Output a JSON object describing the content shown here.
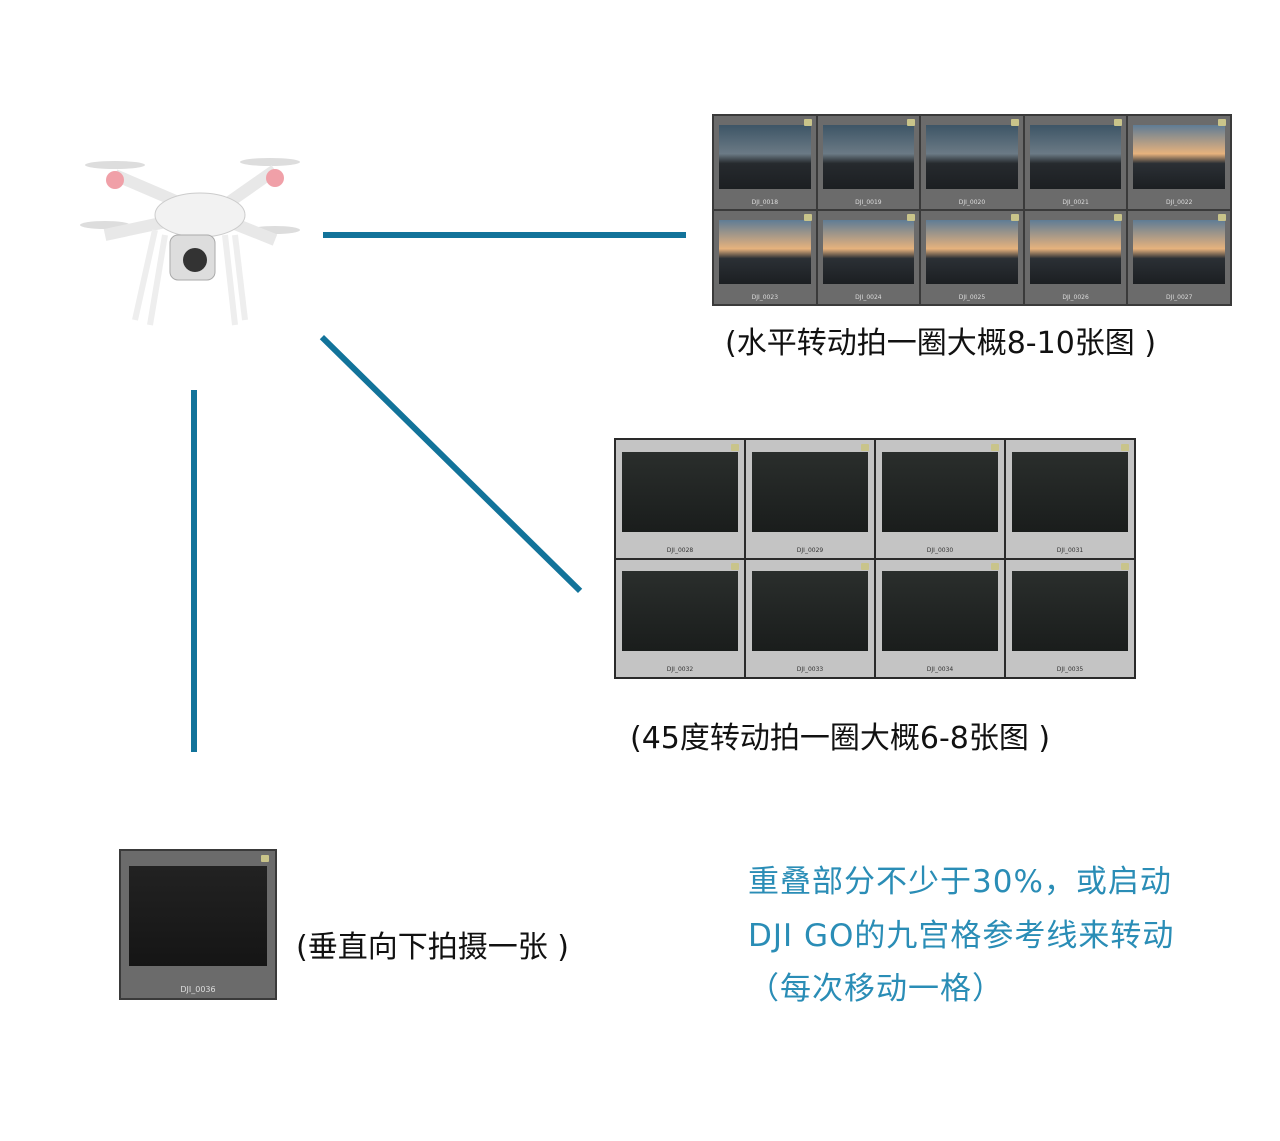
{
  "horizontal": {
    "caption": "(水平转动拍一圈大概8-10张图 )",
    "thumbnails": [
      "DJI_0018",
      "DJI_0019",
      "DJI_0020",
      "DJI_0021",
      "DJI_0022",
      "DJI_0023",
      "DJI_0024",
      "DJI_0025",
      "DJI_0026",
      "DJI_0027"
    ]
  },
  "angle45": {
    "caption": "(45度转动拍一圈大概6-8张图 )",
    "thumbnails": [
      "DJI_0028",
      "DJI_0029",
      "DJI_0030",
      "DJI_0031",
      "DJI_0032",
      "DJI_0033",
      "DJI_0034",
      "DJI_0035"
    ]
  },
  "vertical": {
    "caption": "(垂直向下拍摄一张 )",
    "thumbnails": [
      "DJI_0036"
    ]
  },
  "note": {
    "lines": [
      "重叠部分不少于30%，或启动",
      "DJI  GO的九宫格参考线来转动",
      "（每次移动一格）"
    ]
  },
  "colors": {
    "line": "#12739a",
    "note": "#2a8db6"
  }
}
